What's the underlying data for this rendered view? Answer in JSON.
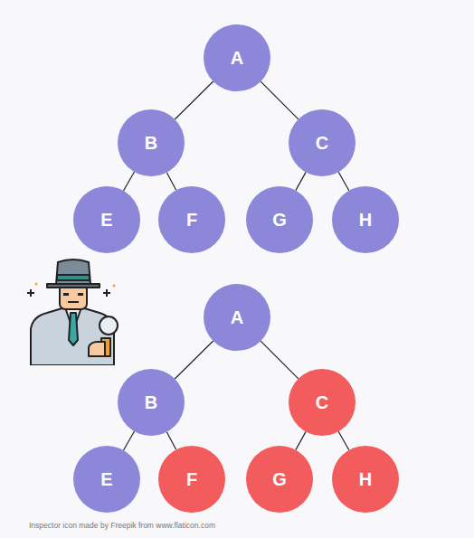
{
  "diagram": {
    "nodes": [
      {
        "text": [
          "A"
        ]
      },
      {
        "text": [
          "B"
        ]
      },
      {
        "text": [
          "C"
        ]
      },
      {
        "text": [
          "E"
        ]
      },
      {
        "text": [
          "F"
        ]
      },
      {
        "text": [
          "G"
        ]
      },
      {
        "text": [
          "H"
        ]
      },
      {
        "text": [
          "A"
        ]
      },
      {
        "text": [
          "B"
        ]
      },
      {
        "text": [
          "C"
        ]
      },
      {
        "text": [
          "E"
        ]
      },
      {
        "text": [
          "F"
        ]
      },
      {
        "text": [
          "G"
        ]
      },
      {
        "text": [
          "H"
        ]
      }
    ],
    "edges": [
      {
        "from": 0,
        "to": 1,
        "arrow": "none"
      },
      {
        "from": 0,
        "to": 2,
        "arrow": "none"
      },
      {
        "from": 1,
        "to": 3,
        "arrow": "none"
      },
      {
        "from": 1,
        "to": 4,
        "arrow": "none"
      },
      {
        "from": 2,
        "to": 5,
        "arrow": "none"
      },
      {
        "from": 2,
        "to": 6,
        "arrow": "none"
      },
      {
        "from": 7,
        "to": 8,
        "arrow": "none"
      },
      {
        "from": 7,
        "to": 9,
        "arrow": "none"
      },
      {
        "from": 8,
        "to": 10,
        "arrow": "none"
      },
      {
        "from": 8,
        "to": 11,
        "arrow": "none"
      },
      {
        "from": 9,
        "to": 12,
        "arrow": "none"
      },
      {
        "from": 9,
        "to": 13,
        "arrow": "none"
      }
    ],
    "labels": [
      "Inspector icon made by Freepik from www.flaticon.com"
    ]
  }
}
